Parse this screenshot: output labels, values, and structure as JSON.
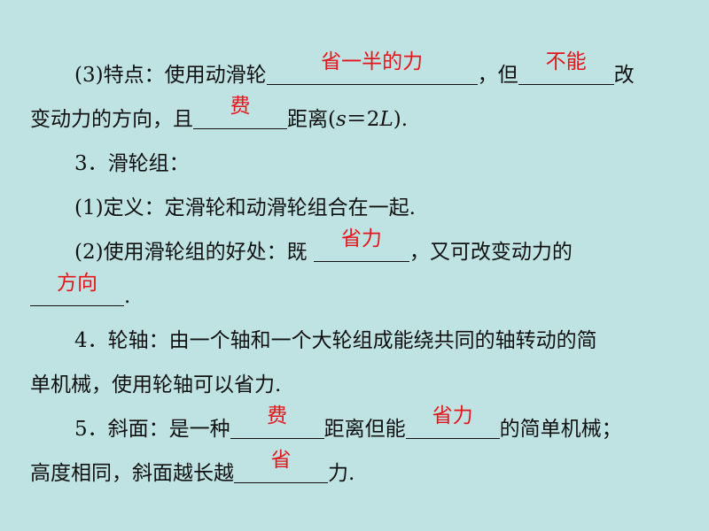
{
  "page": {
    "background": "#bfe3e3",
    "text_color": "#111111",
    "answer_color": "#e4161b"
  },
  "lines": {
    "l1": {
      "pre": "(3)特点：使用动滑轮",
      "blank1": "省一半的力",
      "mid": "，但",
      "blank2": "不能",
      "post": "改"
    },
    "l2": {
      "pre": "变动力的方向，且",
      "blank1": "费",
      "post_a": "距离(",
      "s": "s",
      "eq": "＝2",
      "L": "L",
      "post_b": ")."
    },
    "l3": {
      "text": "3．滑轮组："
    },
    "l4": {
      "text": "(1)定义：定滑轮和动滑轮组合在一起."
    },
    "l5": {
      "pre": "(2)使用滑轮组的好处：既",
      "blank1": "省力",
      "post": "，又可改变动力的"
    },
    "l6": {
      "blank1": "方向",
      "post": "."
    },
    "l7": {
      "text": "4．轮轴：由一个轴和一个大轮组成能绕共同的轴转动的简"
    },
    "l8": {
      "text": "单机械，使用轮轴可以省力."
    },
    "l9": {
      "pre": "5．斜面：是一种",
      "blank1": "费",
      "mid": "距离但能",
      "blank2": "省力",
      "post": "的简单机械；"
    },
    "l10": {
      "pre": "高度相同，斜面越长越",
      "blank1": "省",
      "post": "力."
    }
  }
}
